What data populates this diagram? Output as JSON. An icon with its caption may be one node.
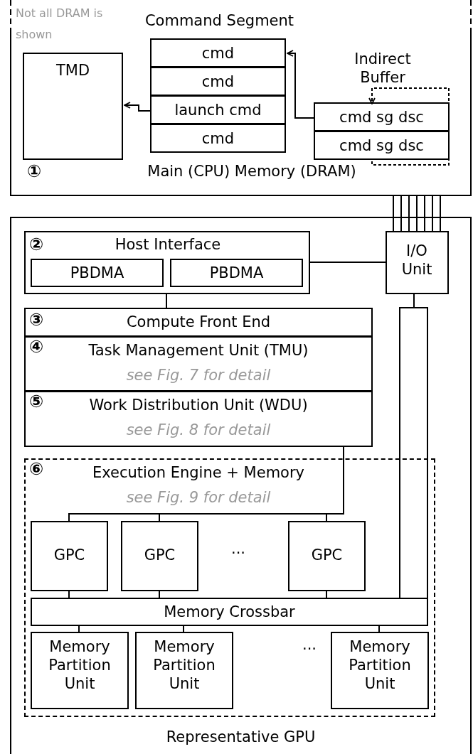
{
  "diagram": {
    "nodes": [
      {
        "text": [
          "①",
          "Main (CPU) Memory (DRAM)"
        ]
      },
      {
        "text": [
          "TMD"
        ],
        "in": 0
      },
      {
        "text": [
          "Command Segment"
        ],
        "in": 0
      },
      {
        "text": [
          "cmd"
        ],
        "in": 2
      },
      {
        "text": [
          "cmd"
        ],
        "in": 2
      },
      {
        "text": [
          "launch cmd"
        ],
        "in": 2
      },
      {
        "text": [
          "cmd"
        ],
        "in": 2
      },
      {
        "text": [
          "Indirect Buffer"
        ],
        "in": 0
      },
      {
        "text": [
          "cmd sg dsc"
        ],
        "in": 7
      },
      {
        "text": [
          "cmd sg dsc"
        ],
        "in": 7
      },
      {
        "text": [
          "Representative GPU"
        ]
      },
      {
        "text": [
          "②",
          "Host Interface"
        ],
        "in": 10
      },
      {
        "text": [
          "PBDMA"
        ],
        "in": 11
      },
      {
        "text": [
          "PBDMA"
        ],
        "in": 11
      },
      {
        "text": [
          "I/O Unit"
        ],
        "in": 10
      },
      {
        "text": [
          "③",
          "Compute Front End"
        ],
        "in": 10
      },
      {
        "text": [
          "④",
          "Task Management Unit (TMU)",
          "see Fig. 7 for detail"
        ],
        "in": 10
      },
      {
        "text": [
          "⑤",
          "Work Distribution Unit (WDU)",
          "see Fig. 8 for detail"
        ],
        "in": 10
      },
      {
        "text": [
          "⑥",
          "Execution Engine + Memory",
          "see Fig. 9 for detail"
        ],
        "in": 10
      },
      {
        "text": [
          "GPC"
        ],
        "in": 18
      },
      {
        "text": [
          "GPC"
        ],
        "in": 18
      },
      {
        "text": [
          "GPC"
        ],
        "in": 18
      },
      {
        "text": [
          "Memory Crossbar"
        ],
        "in": 18
      },
      {
        "text": [
          "Memory Partition Unit"
        ],
        "in": 18
      },
      {
        "text": [
          "Memory Partition Unit"
        ],
        "in": 18
      },
      {
        "text": [
          "Memory Partition Unit"
        ],
        "in": 18
      }
    ],
    "edges": [
      {
        "from": 5,
        "to": 1,
        "arrow": "to"
      },
      {
        "from": 8,
        "to": 3,
        "arrow": "to"
      },
      {
        "from": 9,
        "to": 8,
        "arrow": "to",
        "style": "dashed"
      },
      {
        "from": 0,
        "to": 14,
        "arrow": "none"
      },
      {
        "from": 11,
        "to": 14,
        "arrow": "none"
      },
      {
        "from": 11,
        "to": 15,
        "arrow": "none"
      },
      {
        "from": 17,
        "to": 19,
        "arrow": "none"
      },
      {
        "from": 17,
        "to": 20,
        "arrow": "none"
      },
      {
        "from": 17,
        "to": 21,
        "arrow": "none"
      },
      {
        "from": 14,
        "to": 22,
        "arrow": "none"
      },
      {
        "from": 19,
        "to": 22,
        "arrow": "none"
      },
      {
        "from": 20,
        "to": 22,
        "arrow": "none"
      },
      {
        "from": 21,
        "to": 22,
        "arrow": "none"
      },
      {
        "from": 22,
        "to": 23,
        "arrow": "none"
      },
      {
        "from": 22,
        "to": 24,
        "arrow": "none"
      },
      {
        "from": 22,
        "to": 25,
        "arrow": "none"
      }
    ],
    "labels": [
      "Not all DRAM is shown",
      "···",
      "···"
    ]
  }
}
